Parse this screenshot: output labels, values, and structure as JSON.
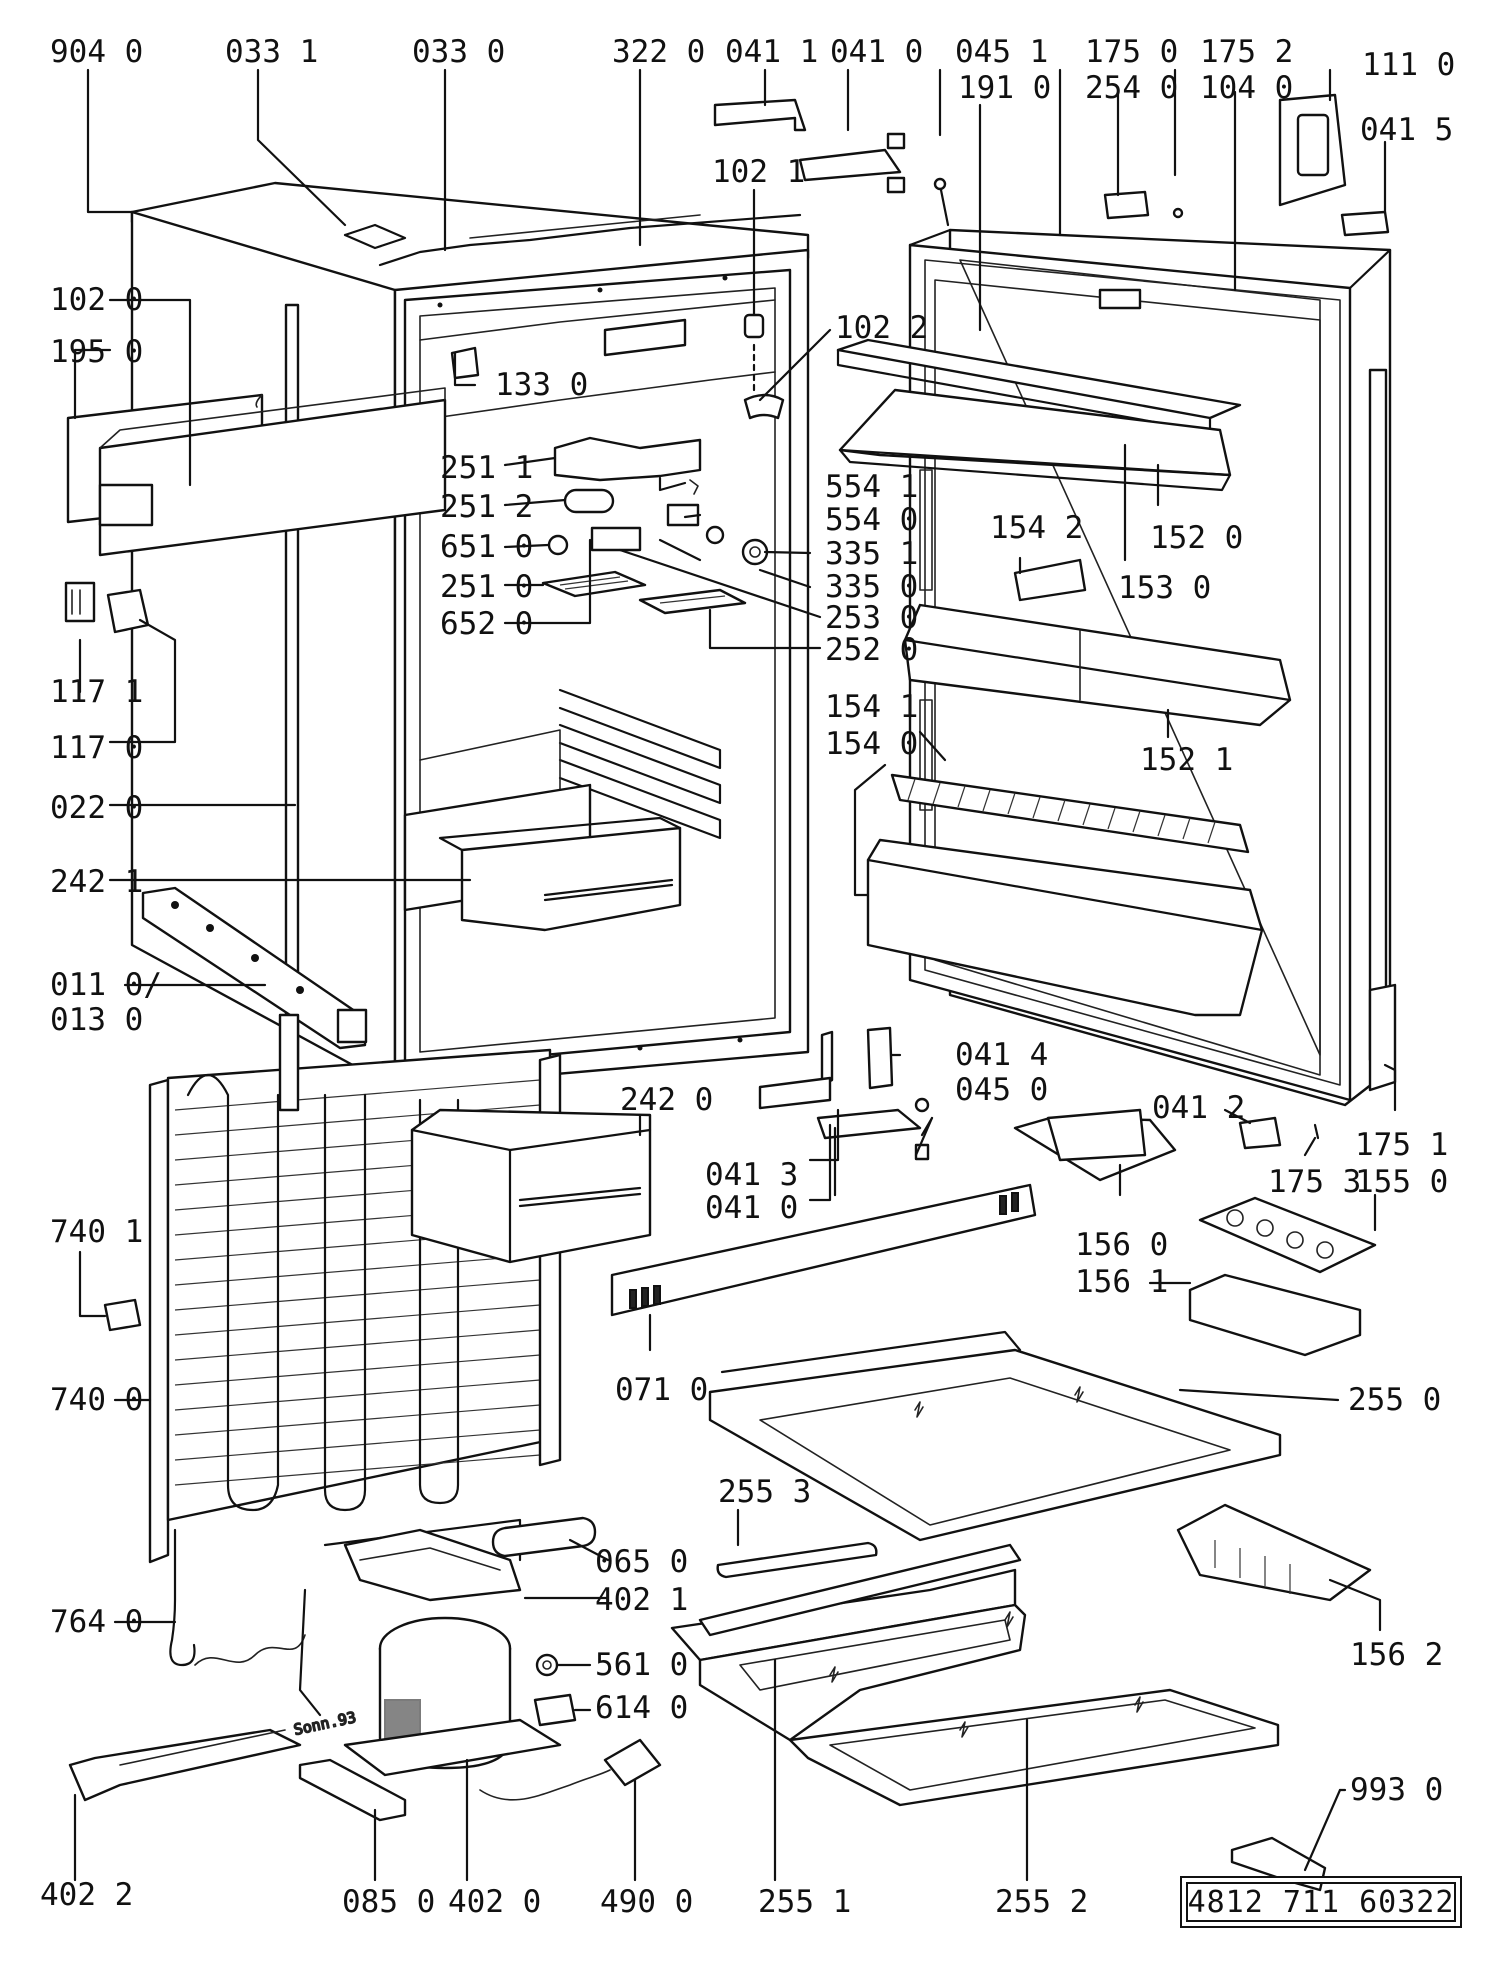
{
  "labels": {
    "l9040": "904 0",
    "l0331": "033 1",
    "l0330": "033 0",
    "l3220": "322 0",
    "l0411": "041 1",
    "l0410a": "041 0",
    "l0451": "045 1",
    "l1910": "191 0",
    "l1750": "175 0",
    "l2540": "254 0",
    "l1752": "175 2",
    "l1040": "104 0",
    "l1110": "111 0",
    "l0415": "041 5",
    "l1021": "102 1",
    "l1022": "102 2",
    "l1020": "102 0",
    "l1950": "195 0",
    "l1330": "133 0",
    "l2511": "251 1",
    "l2512": "251 2",
    "l6510": "651 0",
    "l2510": "251 0",
    "l6520": "652 0",
    "l5541": "554 1",
    "l5540": "554 0",
    "l3351": "335 1",
    "l3350": "335 0",
    "l2530": "253 0",
    "l2520": "252 0",
    "l1542": "154 2",
    "l1520": "152 0",
    "l1530": "153 0",
    "l1171": "117 1",
    "l1170": "117 0",
    "l0220": "022 0",
    "l1541": "154 1",
    "l1540": "154 0",
    "l1521": "152 1",
    "l2421": "242 1",
    "l0110": "011 0/",
    "l0130": "013 0",
    "l0414": "041 4",
    "l0450": "045 0",
    "l2420": "242 0",
    "l0412": "041 2",
    "l1751": "175 1",
    "l1753": "175 3",
    "l1550": "155 0",
    "l0413": "041 3",
    "l0410b": "041 0",
    "l1560": "156 0",
    "l1561": "156 1",
    "l7401": "740 1",
    "l7400": "740 0",
    "l0710": "071 0",
    "l2550": "255 0",
    "l2553": "255 3",
    "l0650": "065 0",
    "l4021": "402 1",
    "l1562": "156 2",
    "l7640": "764 0",
    "l5610": "561 0",
    "l6140": "614 0",
    "l9930": "993 0",
    "l4022": "402 2",
    "l0850": "085 0",
    "l4020": "402 0",
    "l4900": "490 0",
    "l2551": "255 1",
    "l2552": "255 2",
    "stamp": "Sonn.93"
  },
  "doc_number": "4812 711 60322"
}
